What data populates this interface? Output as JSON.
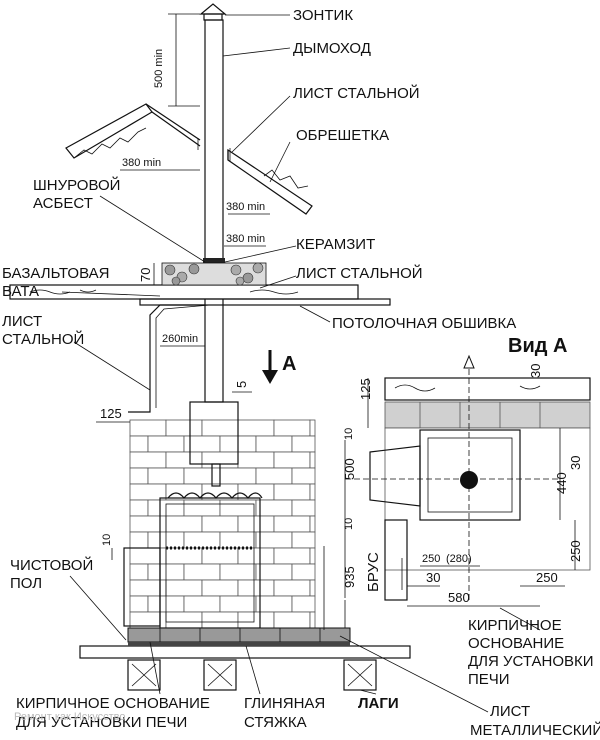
{
  "labels": {
    "umbrella": "ЗОНТИК",
    "chimney": "ДЫМОХОД",
    "steel_sheet_top": "ЛИСТ СТАЛЬНОЙ",
    "lathing": "ОБРЕШЕТКА",
    "cord_asbestos_1": "ШНУРОВОЙ",
    "cord_asbestos_2": "АСБЕСТ",
    "expanded_clay": "КЕРАМЗИТ",
    "steel_sheet_mid": "ЛИСТ СТАЛЬНОЙ",
    "basalt_wool_1": "БАЗАЛЬТОВАЯ",
    "basalt_wool_2": "ВАТА",
    "steel_sheet_left_1": "ЛИСТ",
    "steel_sheet_left_2": "СТАЛЬНОЙ",
    "ceiling_lining": "ПОТОЛОЧНАЯ ОБШИВКА",
    "view_a_title": "Вид А",
    "arrow_a": "А",
    "finish_floor_1": "ЧИСТОВОЙ",
    "finish_floor_2": "ПОЛ",
    "brick_base_bottom_1": "КИРПИЧНОЕ ОСНОВАНИЕ",
    "brick_base_bottom_2": "ДЛЯ УСТАНОВКИ ПЕЧИ",
    "clay_screed_1": "ГЛИНЯНАЯ",
    "clay_screed_2": "СТЯЖКА",
    "joists": "ЛАГИ",
    "metal_sheet_1": "ЛИСТ",
    "metal_sheet_2": "МЕТАЛЛИЧЕСКИЙ",
    "brick_base_right_1": "КИРПИЧНОЕ",
    "brick_base_right_2": "ОСНОВАНИЕ",
    "brick_base_right_3": "ДЛЯ УСТАНОВКИ",
    "brick_base_right_4": "ПЕЧИ",
    "beam": "БРУС",
    "watermark": "Ремонт как Искусство"
  },
  "dimensions": {
    "d_500min": "500 min",
    "d_380min_left": "380 min",
    "d_380min_right": "380 min",
    "d_380min_mid": "380 min",
    "d_70": "70",
    "d_260min": "260min",
    "d_5": "5",
    "d_125_left": "125",
    "d_10_top": "10",
    "d_500": "500",
    "d_10_bot": "10",
    "d_935": "935",
    "d_10_floor": "10",
    "v_125": "125",
    "v_30_top": "30",
    "v_30_right": "30",
    "v_440": "440",
    "v_250_right": "250",
    "v_250_bottom_a": "250",
    "v_280": "(280)",
    "v_30_bottom": "30",
    "v_250_bottom_b": "250",
    "v_580": "580"
  }
}
